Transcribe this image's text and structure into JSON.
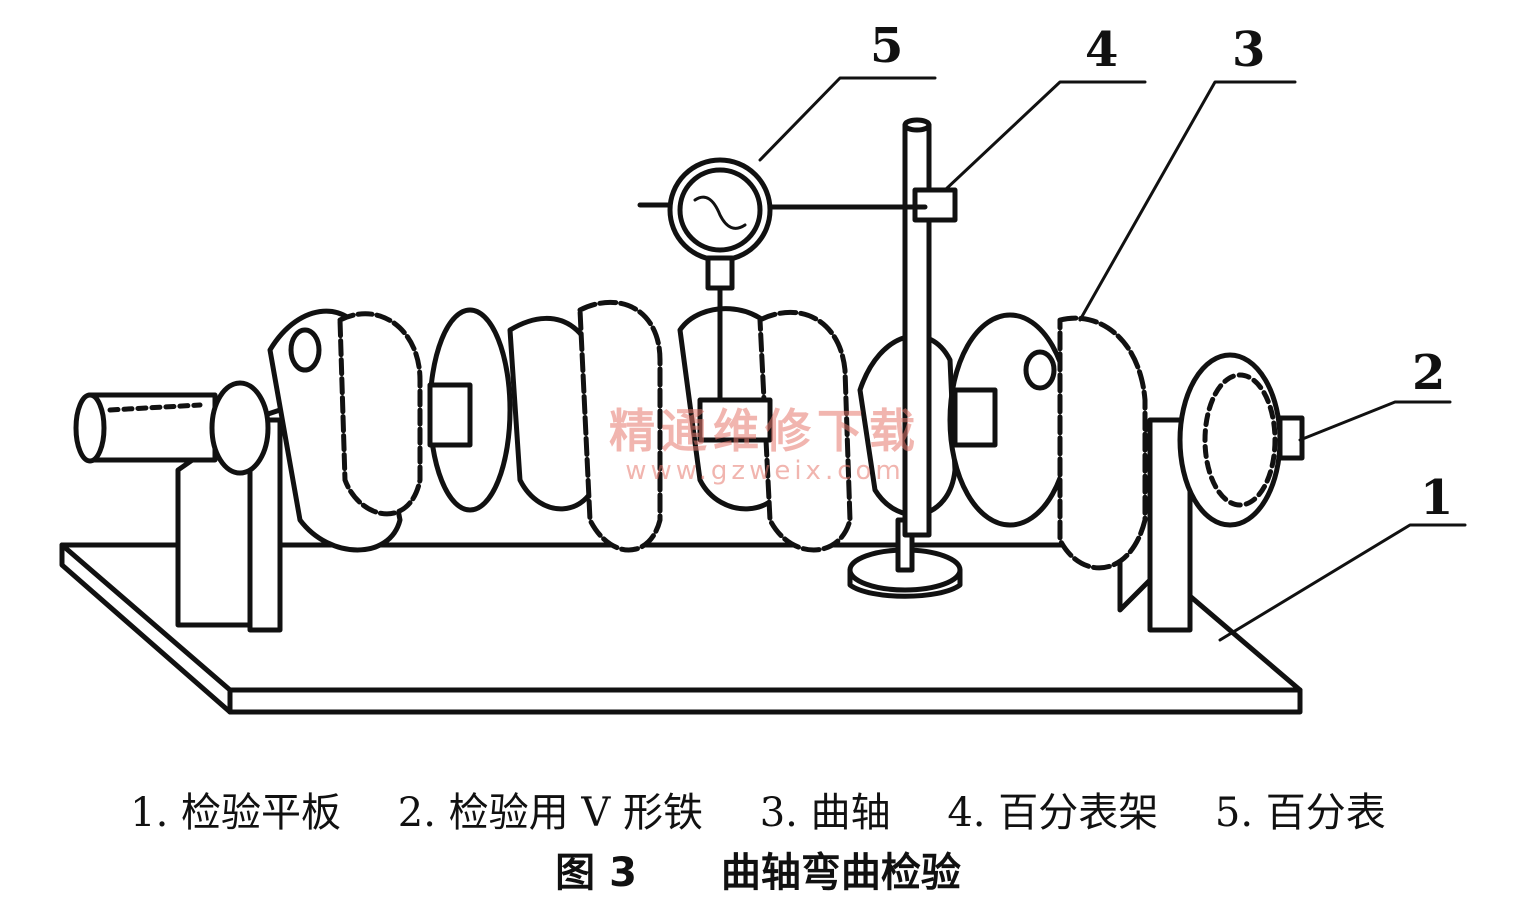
{
  "callouts": {
    "plate": "1",
    "v_block": "2",
    "crankshaft": "3",
    "indicator_stand": "4",
    "dial_indicator": "5"
  },
  "watermark": {
    "chinese": "精通维修下载",
    "url": "www.gzweix.com"
  },
  "legend": [
    "1. 检验平板",
    "2. 检验用 V 形铁",
    "3. 曲轴",
    "4. 百分表架",
    "5. 百分表"
  ],
  "caption": {
    "figure_number": "图 3",
    "title": "曲轴弯曲检验"
  },
  "colors": {
    "ink": "#111111",
    "paper": "#ffffff",
    "watermark": "#e6786e"
  }
}
